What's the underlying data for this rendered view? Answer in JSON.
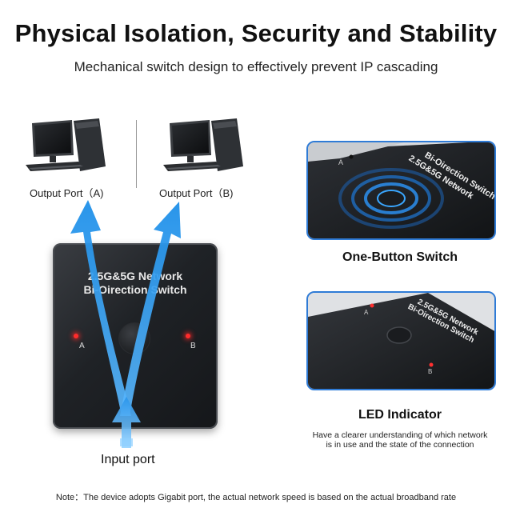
{
  "header": {
    "title": "Physical Isolation, Security and Stability",
    "subtitle": "Mechanical switch design to effectively prevent IP cascading"
  },
  "ports": {
    "output_a": "Output Port（A)",
    "output_b": "Output Port（B)",
    "input": "Input port"
  },
  "device": {
    "label_line1": "2.5G&5G Network",
    "label_line2": "Bi-Oirection Switch",
    "led_a": "A",
    "led_b": "B"
  },
  "features": [
    {
      "title": "One-Button Switch",
      "panel_letter": "A",
      "panel_text_1": "2.5G&5G Network",
      "panel_text_2": "Bi-Oirection Switch"
    },
    {
      "title": "LED Indicator",
      "description_line1": "Have a clearer understanding of which network",
      "description_line2": "is in use and the state of the connection",
      "panel_letter_a": "A",
      "panel_letter_b": "B",
      "panel_text_1": "2.5G&5G Network",
      "panel_text_2": "Bi-Oirection Switch"
    }
  ],
  "footer": {
    "note": "Note：The device adopts Gigabit port, the actual network speed is based on the actual broadband rate"
  },
  "colors": {
    "arrow_blue": "#1e8fe8",
    "panel_border": "#2f7bd6",
    "led_red": "#ff2b2b"
  },
  "icons": [
    "desktop-computer-icon",
    "desktop-computer-icon"
  ]
}
